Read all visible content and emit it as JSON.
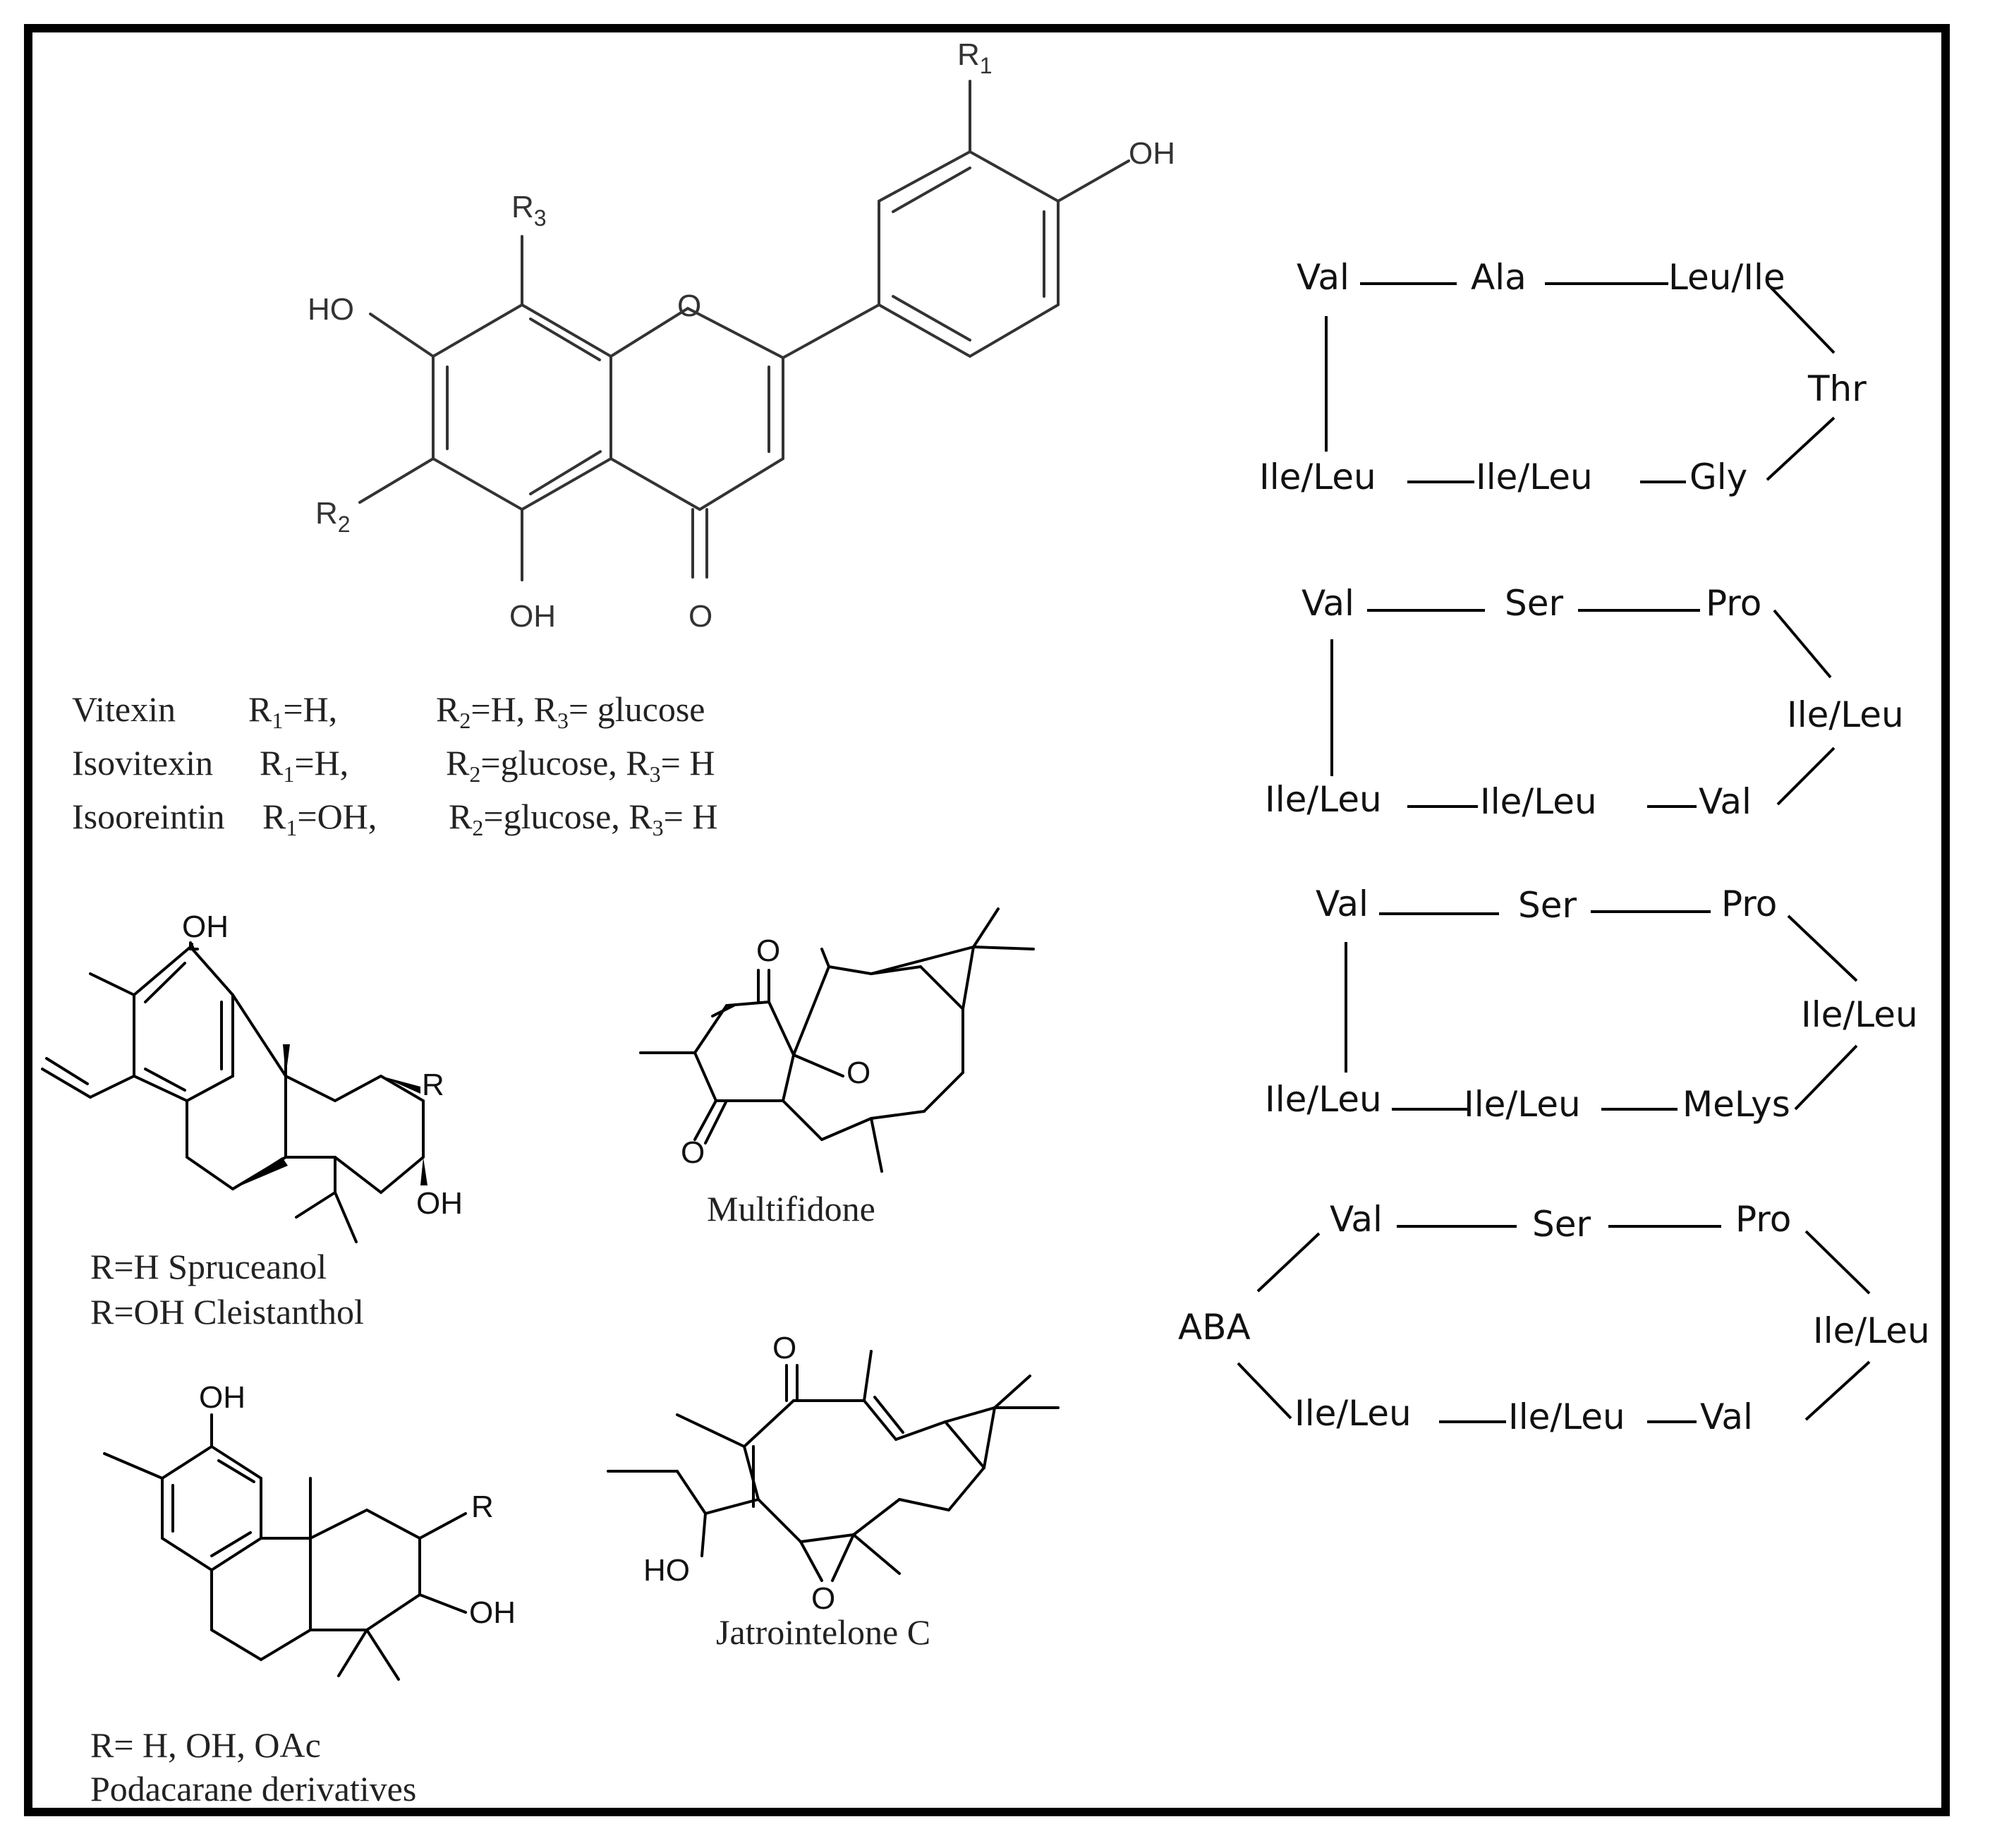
{
  "flavone": {
    "atoms": {
      "r1": "R",
      "r1_sub": "1",
      "r2": "R",
      "r2_sub": "2",
      "r3": "R",
      "r3_sub": "3",
      "oh_top": "OH",
      "ho_left": "HO",
      "ring_o": "O",
      "oh_bottom": "OH",
      "carbonyl_o": "O"
    },
    "legend": [
      {
        "name": "Vitexin",
        "r1": "H,",
        "r2": "H,",
        "r3": "glucose"
      },
      {
        "name": "Isovitexin",
        "r1": "H,",
        "r2": "glucose,",
        "r3": "H"
      },
      {
        "name": "Isooreintin",
        "r1": "OH,",
        "r2": "glucose,",
        "r3": "H"
      }
    ]
  },
  "spruceanol": {
    "atoms": {
      "oh_top": "OH",
      "r": "R",
      "oh": "OH"
    },
    "caption": [
      "R=H Spruceanol",
      "R=OH Cleistanthol"
    ]
  },
  "multifidone": {
    "atoms": {
      "o1": "O",
      "o2": "O",
      "o_ring": "O"
    },
    "caption": "Multifidone"
  },
  "podacarane": {
    "atoms": {
      "oh_top": "OH",
      "r": "R",
      "oh": "OH"
    },
    "caption": [
      "R= H, OH, OAc",
      "Podacarane derivatives"
    ]
  },
  "jatrointelone": {
    "atoms": {
      "o_top": "O",
      "ho": "HO",
      "o_epoxide": "O"
    },
    "caption": "Jatrointelone C"
  },
  "peptides": [
    {
      "residues": [
        "Val",
        "Ala",
        "Leu/Ile",
        "Thr",
        "Gly",
        "Ile/Leu",
        "Ile/Leu"
      ]
    },
    {
      "residues": [
        "Val",
        "Ser",
        "Pro",
        "Ile/Leu",
        "Val",
        "Ile/Leu",
        "Ile/Leu"
      ]
    },
    {
      "residues": [
        "Val",
        "Ser",
        "Pro",
        "Ile/Leu",
        "MeLys",
        "Ile/Leu",
        "Ile/Leu"
      ]
    },
    {
      "residues": [
        "Val",
        "Ser",
        "Pro",
        "Ile/Leu",
        "Val",
        "Ile/Leu",
        "Ile/Leu",
        "ABA"
      ]
    }
  ]
}
